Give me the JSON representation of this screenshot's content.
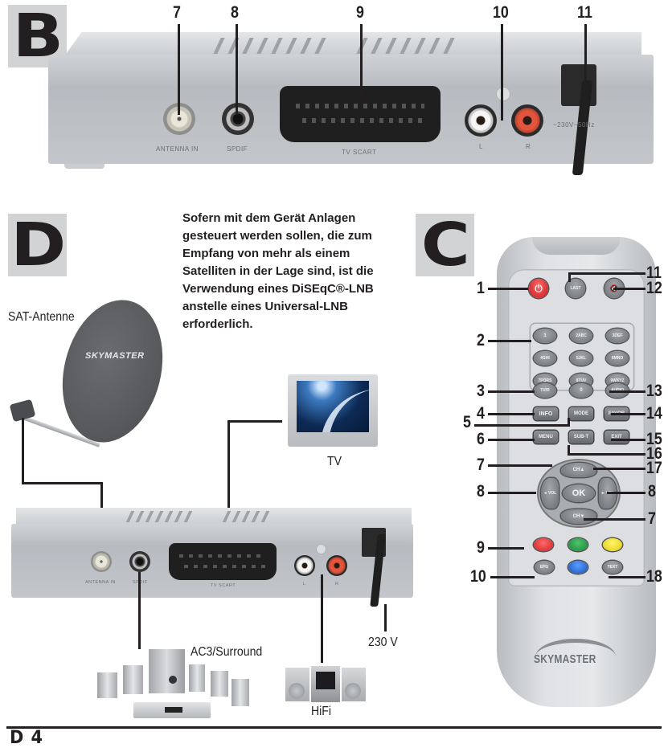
{
  "sections": {
    "b": {
      "letter": "B"
    },
    "c": {
      "letter": "C"
    },
    "d": {
      "letter": "D"
    }
  },
  "rear_panel_top": {
    "callouts": [
      "7",
      "8",
      "9",
      "10",
      "11"
    ],
    "port_labels": {
      "antenna_in": "ANTENNA IN",
      "spdif": "SPDIF",
      "tv_scart": "TV SCART",
      "audio_l": "L",
      "audio_r": "R",
      "power": "~230V~50Hz"
    }
  },
  "note_text": "Sofern mit dem Gerät Anlagen\ngesteuert werden sollen, die zum\nEmpfang von mehr als einem\nSatelliten in der Lage sind, ist die\nVerwendung eines DiSEqC®-LNB\nanstelle eines Universal-LNB\nerforderlich.",
  "diagram_d": {
    "sat_antenna_label": "SAT-Antenne",
    "dish_brand": "SKYMASTER",
    "tv_label": "TV",
    "power_label": "230 V",
    "surround_label": "AC3/Surround",
    "hifi_label": "HiFi",
    "port_labels": {
      "antenna_in": "ANTENNA IN",
      "spdif": "SPDIF",
      "tv_scart": "TV SCART",
      "audio_l": "L",
      "audio_r": "R"
    }
  },
  "remote": {
    "brand": "SKYMASTER",
    "buttons": {
      "power": "⏻",
      "last": "LAST",
      "mute": "🔇",
      "num1": "1",
      "num2": "2ABC",
      "num3": "3DEF",
      "num4": "4GHI",
      "num5": "5JKL",
      "num6": "6MNO",
      "num7": "7PQRS",
      "num8": "8TUV",
      "num9": "9WXYZ",
      "num0": "0",
      "tvr": "TV/R",
      "audio": "AUDIO",
      "info": "INFO",
      "mode": "MODE",
      "favor": "FAVOR",
      "menu": "MENU",
      "subt": "SUB-T",
      "exit": "EXIT",
      "ch_up": "CH▲",
      "ch_down": "CH▼",
      "vol_left": "◄ VOL",
      "vol_right": "► VOL",
      "ok": "OK",
      "epg": "EPG",
      "text": "TEXT"
    },
    "color_keys": {
      "red": "#e0242b",
      "green": "#1a9b3c",
      "yellow": "#f1e21a",
      "blue": "#1f63c7"
    },
    "callouts_left": [
      "1",
      "2",
      "3",
      "4",
      "5",
      "6",
      "7",
      "8",
      "9",
      "10"
    ],
    "callouts_right": [
      "11",
      "12",
      "13",
      "14",
      "15",
      "16",
      "17",
      "8",
      "7",
      "18"
    ]
  },
  "footer": {
    "page": "D 4"
  }
}
